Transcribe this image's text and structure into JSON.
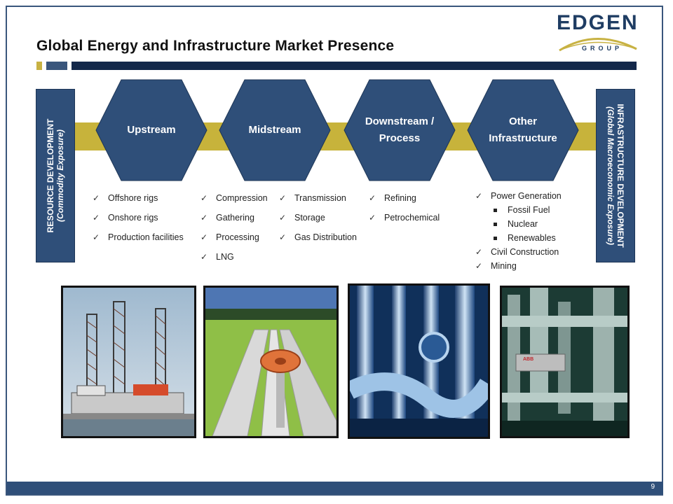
{
  "title": "Global Energy and Infrastructure Market Presence",
  "logo": {
    "word": "EDGEN",
    "sub": "GROUP"
  },
  "left_label": {
    "line1": "RESOURCE DEVELOPMENT",
    "line2": "(Commodity Exposure)"
  },
  "right_label": {
    "line1": "INFRASTRUCTURE DEVELOPMENT",
    "line2": "(Global Macroeconomic Exposure)"
  },
  "segments": [
    {
      "line1": "Upstream",
      "line2": ""
    },
    {
      "line1": "Midstream",
      "line2": ""
    },
    {
      "line1": "Downstream /",
      "line2": "Process"
    },
    {
      "line1": "Other",
      "line2": "Infrastructure"
    }
  ],
  "lists": {
    "upstream": [
      "Offshore rigs",
      "Onshore rigs",
      "Production facilities"
    ],
    "midstream_a": [
      "Compression",
      "Gathering",
      "Processing",
      "LNG"
    ],
    "midstream_b": [
      "Transmission",
      "Storage",
      "Gas Distribution"
    ],
    "downstream": [
      "Refining",
      "Petrochemical"
    ],
    "other": {
      "power": "Power Generation",
      "power_sub": [
        "Fossil Fuel",
        "Nuclear",
        "Renewables"
      ],
      "civil": "Civil Construction",
      "mining": "Mining"
    }
  },
  "photo_labels": {
    "abb": "ABB"
  },
  "page_number": "9",
  "colors": {
    "navy": "#2f4f79",
    "dark_navy": "#13284a",
    "gold": "#c7b33b"
  }
}
